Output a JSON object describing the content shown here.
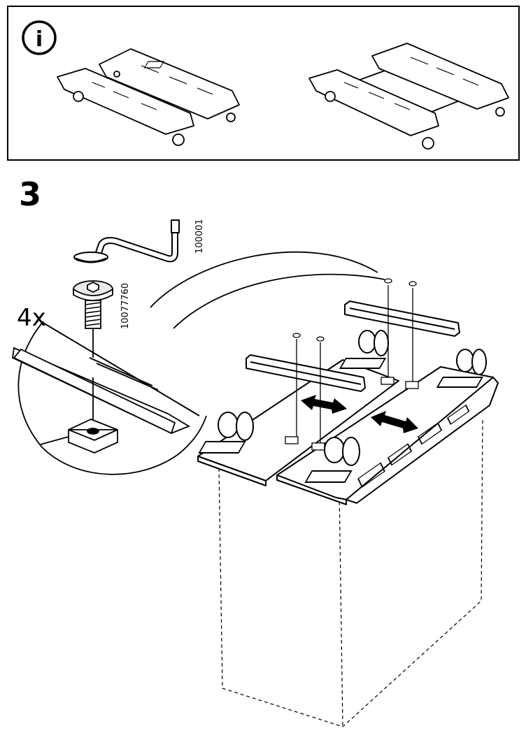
{
  "info": {
    "icon": "info-icon",
    "icon_glyph": "i"
  },
  "step": {
    "number": "3"
  },
  "detail": {
    "quantity": "4x",
    "tool_part_number": "100001",
    "screw_part_number": "10077760"
  },
  "icons": {
    "push_arrow": "double-arrow-icon",
    "adjust_arrow": "double-arrow-icon"
  }
}
